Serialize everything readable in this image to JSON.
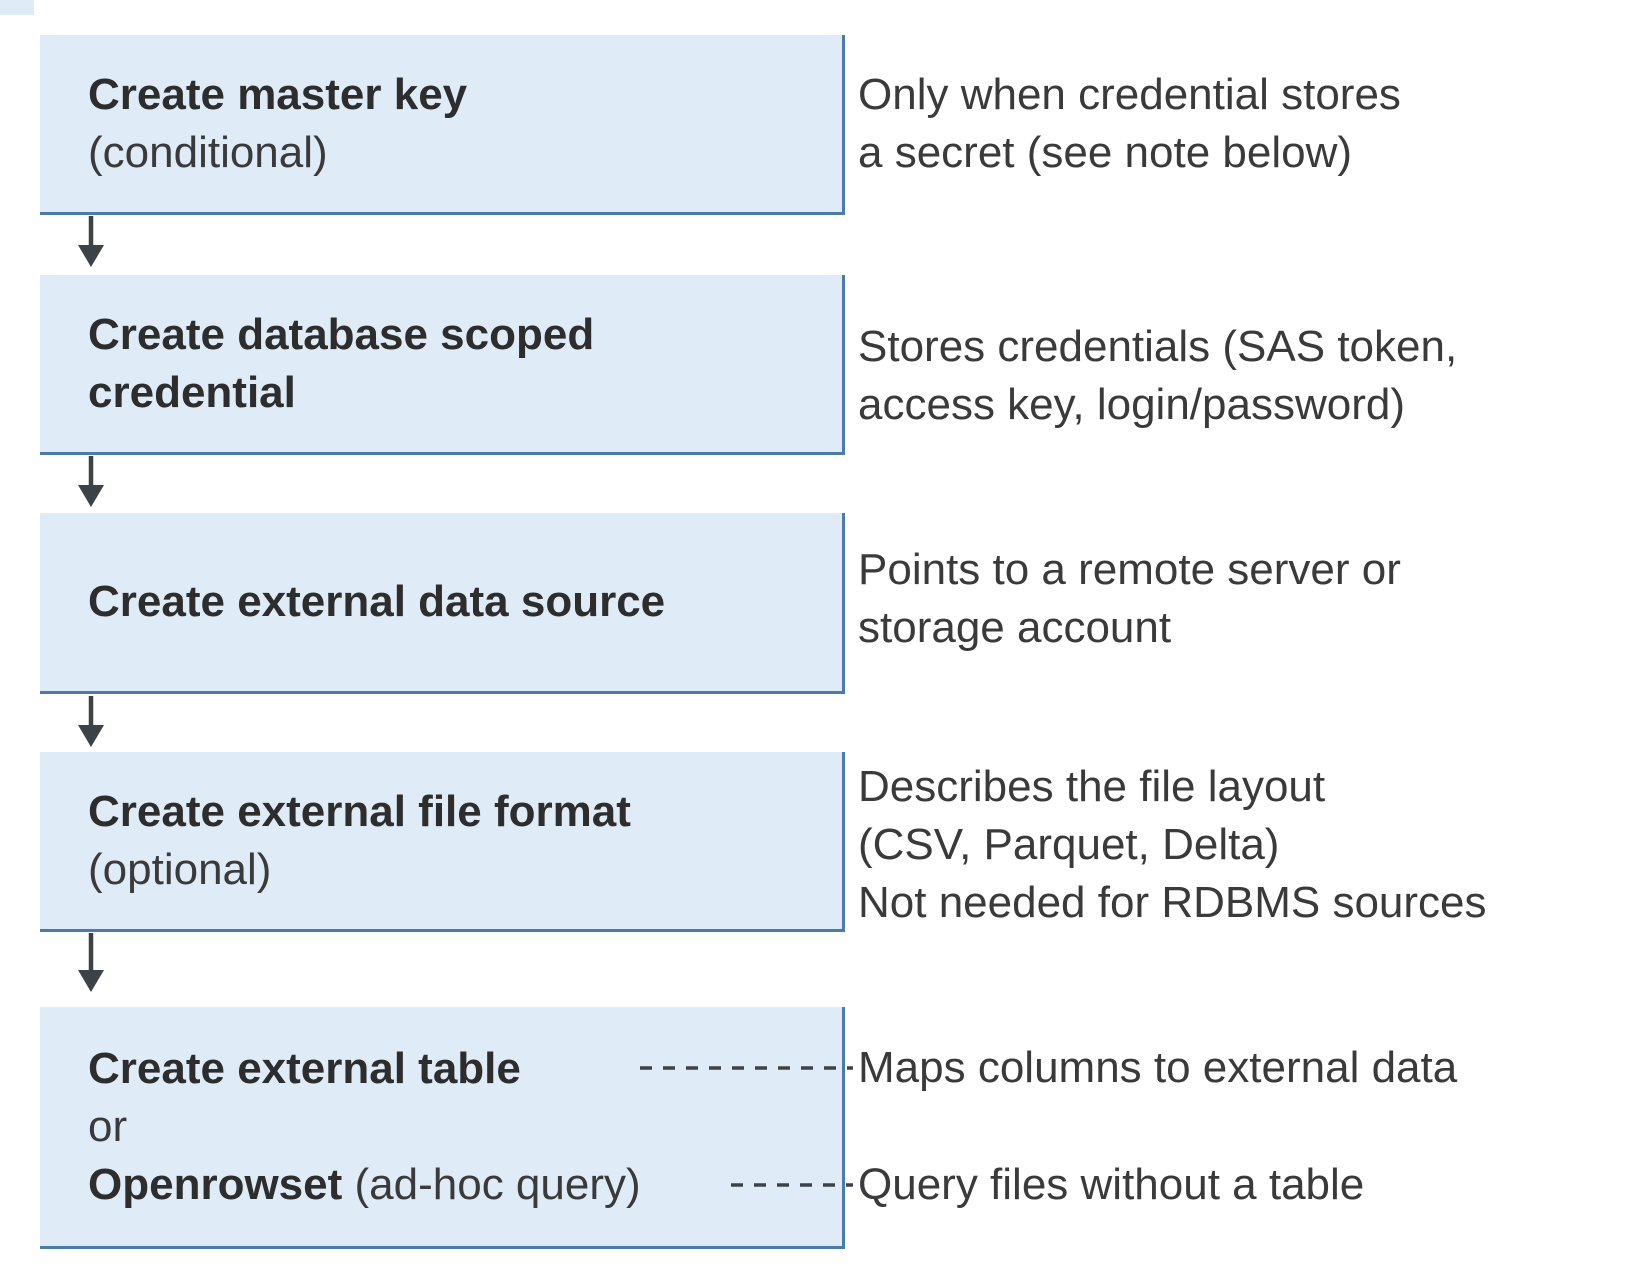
{
  "diagram": {
    "boxes": [
      {
        "title": "Create master key",
        "subtitle": "(conditional)"
      },
      {
        "title": "Create database scoped credential"
      },
      {
        "title": "Create external data source"
      },
      {
        "title": "Create external file format",
        "subtitle": "(optional)"
      },
      {
        "title": "Create external table",
        "or_word": "or",
        "alt_bold": "Openrowset",
        "alt_rest": " (ad-hoc query)"
      }
    ],
    "notes": [
      {
        "lines": [
          "Only when credential stores",
          "a secret (see note below)"
        ]
      },
      {
        "lines": [
          "Stores credentials (SAS token,",
          "access key, login/password)"
        ]
      },
      {
        "lines": [
          "Points to a remote server or",
          "storage account"
        ]
      },
      {
        "lines": [
          "Describes the file layout",
          "(CSV, Parquet, Delta)",
          "Not needed for RDBMS sources"
        ]
      },
      {
        "lines": [
          "Maps columns to external data"
        ]
      },
      {
        "lines": [
          "Query files without a table"
        ]
      }
    ]
  },
  "colors": {
    "box-fill": "#e0ebf8",
    "box-border": "#4a7bab",
    "arrow": "#3d4247",
    "text": "#3a3a3a",
    "bold-text": "#2d2d2d"
  }
}
